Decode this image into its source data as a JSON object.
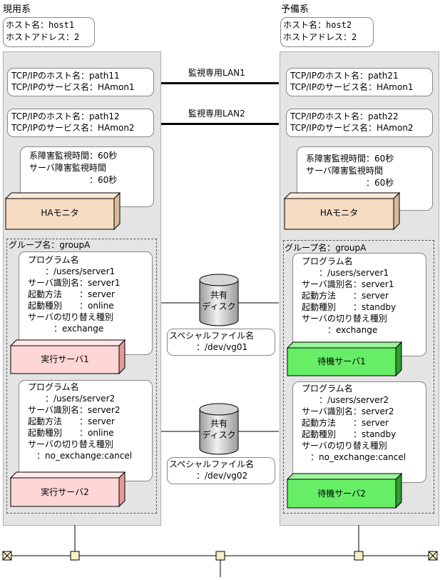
{
  "primary": {
    "system_label": "現用系",
    "host": "ホスト名：host1",
    "address": "ホストアドレス：2",
    "tcp1": [
      "TCP/IPのホスト名：path11",
      "TCP/IPのサービス名：HAmon1"
    ],
    "tcp2": [
      "TCP/IPのホスト名：path12",
      "TCP/IPのサービス名：HAmon2"
    ],
    "monitor_times": [
      "系障害監視時間：60秒",
      "サーバ障害監視時間",
      "　　　　　　　：60秒"
    ],
    "ha_monitor": "HAモニタ",
    "group": "グループ名：groupA",
    "server1_info": [
      "プログラム名",
      "　　：/users/server1",
      "サーバ識別名：server1",
      "起動方法　　：server",
      "起動種別　　：online",
      "サーバの切り替え種別",
      "　　　：exchange"
    ],
    "server1_label": "実行サーバ1",
    "server2_info": [
      "プログラム名",
      "　　：/users/server2",
      "サーバ識別名：server2",
      "起動方法　　：server",
      "起動種別　　：online",
      "サーバの切り替え種別",
      "　：no_exchange:cancel"
    ],
    "server2_label": "実行サーバ2"
  },
  "standby": {
    "system_label": "予備系",
    "host": "ホスト名：host2",
    "address": "ホストアドレス：2",
    "tcp1": [
      "TCP/IPのホスト名：path21",
      "TCP/IPのサービス名：HAmon1"
    ],
    "tcp2": [
      "TCP/IPのホスト名：path22",
      "TCP/IPのサービス名：HAmon2"
    ],
    "monitor_times": [
      "系障害監視時間：60秒",
      "サーバ障害監視時間",
      "　　　　　　　：60秒"
    ],
    "ha_monitor": "HAモニタ",
    "group": "グループ名：groupA",
    "server1_info": [
      "プログラム名",
      "　　：/users/server1",
      "サーバ識別名：server1",
      "起動方法　　：server",
      "起動種別　　：standby",
      "サーバの切り替え種別",
      "　　　：exchange"
    ],
    "server1_label": "待機サーバ1",
    "server2_info": [
      "プログラム名",
      "　　：/users/server2",
      "サーバ識別名：server2",
      "起動方法　　：server",
      "起動種別　　：standby",
      "サーバの切り替え種別",
      "　：no_exchange:cancel"
    ],
    "server2_label": "待機サーバ2"
  },
  "lan1": "監視専用LAN1",
  "lan2": "監視専用LAN2",
  "disk1": {
    "label": [
      "共有",
      "ディスク"
    ],
    "special_file": [
      "スペシャルファイル名",
      "：/dev/vg01"
    ]
  },
  "disk2": {
    "label": [
      "共有",
      "ディスク"
    ],
    "special_file": [
      "スペシャルファイル名",
      "：/dev/vg02"
    ]
  },
  "colors": {
    "panel": "#e4e4e4",
    "ha_monitor": "#f5dcc3",
    "active_server": "#ffd6d6",
    "standby_server": "#66ee66"
  }
}
